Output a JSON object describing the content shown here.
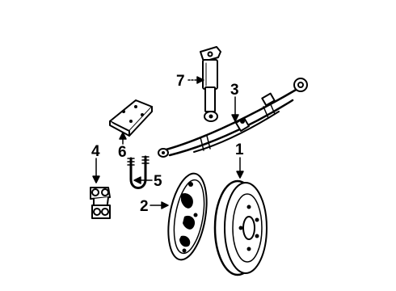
{
  "diagram": {
    "callouts": [
      {
        "id": "1",
        "label": "1",
        "part": "brake-drum"
      },
      {
        "id": "2",
        "label": "2",
        "part": "brake-backing-plate"
      },
      {
        "id": "3",
        "label": "3",
        "part": "leaf-spring"
      },
      {
        "id": "4",
        "label": "4",
        "part": "spring-shackle"
      },
      {
        "id": "5",
        "label": "5",
        "part": "u-bolt"
      },
      {
        "id": "6",
        "label": "6",
        "part": "spring-plate"
      },
      {
        "id": "7",
        "label": "7",
        "part": "shock-absorber"
      }
    ],
    "colors": {
      "line": "#000000",
      "fill": "#ffffff"
    }
  }
}
